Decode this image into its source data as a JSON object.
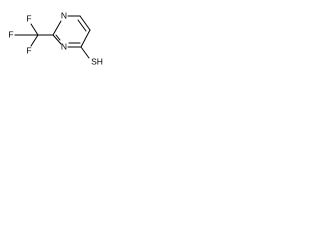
{
  "molecule": {
    "atoms": {
      "n1": "N",
      "n3": "N",
      "f_top": "F",
      "f_left": "F",
      "f_bottom": "F",
      "sh": "SH"
    },
    "colors": {
      "line": "#000000",
      "background": "#ffffff"
    }
  }
}
